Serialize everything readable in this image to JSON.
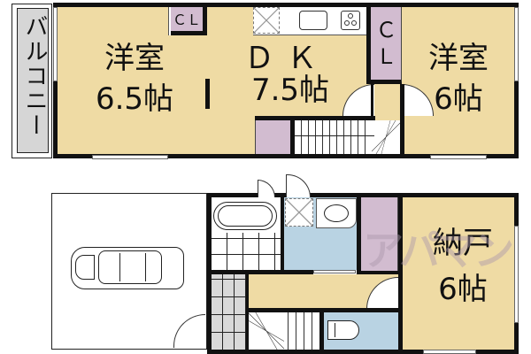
{
  "floor_plan": {
    "upper_floor": {
      "balcony": {
        "label": "バルコニー"
      },
      "western_room_left": {
        "name": "洋室",
        "size": "6.5帖"
      },
      "closet_left": {
        "label": "ＣＬ"
      },
      "dining_kitchen": {
        "name": "ＤＫ",
        "size": "7.5帖"
      },
      "closet_center": {
        "label_top": "Ｃ",
        "label_bottom": "Ｌ"
      },
      "western_room_right": {
        "name": "洋室",
        "size": "6帖"
      },
      "stairs": {
        "label": ""
      }
    },
    "lower_floor": {
      "parking": {
        "icon": "car-icon"
      },
      "bath": {
        "icon": "bathtub-icon"
      },
      "washroom": {
        "icons": [
          "washing-machine-space-icon",
          "sink-icon"
        ]
      },
      "storage_room": {
        "name": "納戸",
        "size": "6帖"
      },
      "toilet": {
        "icon": "toilet-icon"
      },
      "entrance": {
        "label": ""
      }
    },
    "watermark": {
      "text": "アパマン"
    },
    "colors": {
      "room_floor": "#efdba4",
      "closet": "#d2bcd0",
      "water_area": "#b9d3e3",
      "balcony": "#d6d6d6",
      "tile": "#d9d9d9",
      "wall": "#111111"
    }
  }
}
